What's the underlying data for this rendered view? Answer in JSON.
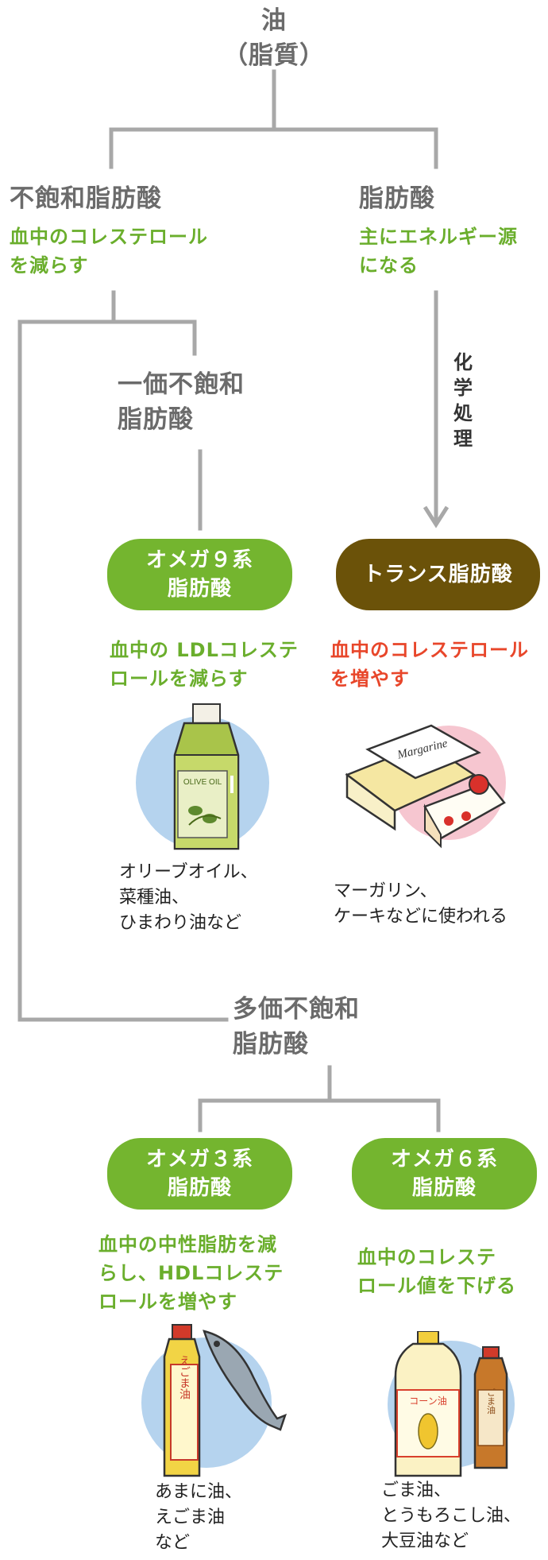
{
  "root": {
    "line1": "油",
    "line2": "（脂質）"
  },
  "unsaturated": {
    "title": "不飽和脂肪酸",
    "desc_line1": "血中のコレステロール",
    "desc_line2": "を減らす"
  },
  "saturated": {
    "title": "脂肪酸",
    "desc_line1": "主にエネルギー源",
    "desc_line2": "になる"
  },
  "chemical_process": [
    "化",
    "学",
    "処",
    "理"
  ],
  "mono": {
    "title_line1": "一価不飽和",
    "title_line2": "脂肪酸"
  },
  "omega9": {
    "label_line1": "オメガ９系",
    "label_line2": "脂肪酸",
    "desc_line1": "血中の LDLコレステ",
    "desc_line2": "ロールを減らす",
    "caption_line1": "オリーブオイル、",
    "caption_line2": "菜種油、",
    "caption_line3": "ひまわり油など",
    "bottle_label": "OLIVE OIL"
  },
  "trans": {
    "label": "トランス脂肪酸",
    "desc_line1": "血中のコレステロール",
    "desc_line2": "を増やす",
    "caption_line1": "マーガリン、",
    "caption_line2": "ケーキなどに使われる",
    "box_label": "Margarine"
  },
  "poly": {
    "title_line1": "多価不飽和",
    "title_line2": "脂肪酸"
  },
  "omega3": {
    "label_line1": "オメガ３系",
    "label_line2": "脂肪酸",
    "desc_line1": "血中の中性脂肪を減",
    "desc_line2": "らし、HDLコレステ",
    "desc_line3": "ロールを増やす",
    "caption_line1": "あまに油、",
    "caption_line2": "えごま油",
    "caption_line3": "など",
    "bottle_label": "えごま油"
  },
  "omega6": {
    "label_line1": "オメガ６系",
    "label_line2": "脂肪酸",
    "desc_line1": "血中のコレステ",
    "desc_line2": "ロール値を下げる",
    "caption_line1": "ごま油、",
    "caption_line2": "とうもろこし油、",
    "caption_line3": "大豆油など",
    "big_bottle_label": "コーン油",
    "small_bottle_label": "ごま油"
  },
  "colors": {
    "line": "#a8a8a8",
    "title": "#6b6b6b",
    "green": "#6aae2c",
    "pill_green": "#74b52f",
    "pill_brown": "#6b5209",
    "red": "#e8462a",
    "circle_blue": "#b5d3ee",
    "circle_pink": "#f6c6d0"
  }
}
